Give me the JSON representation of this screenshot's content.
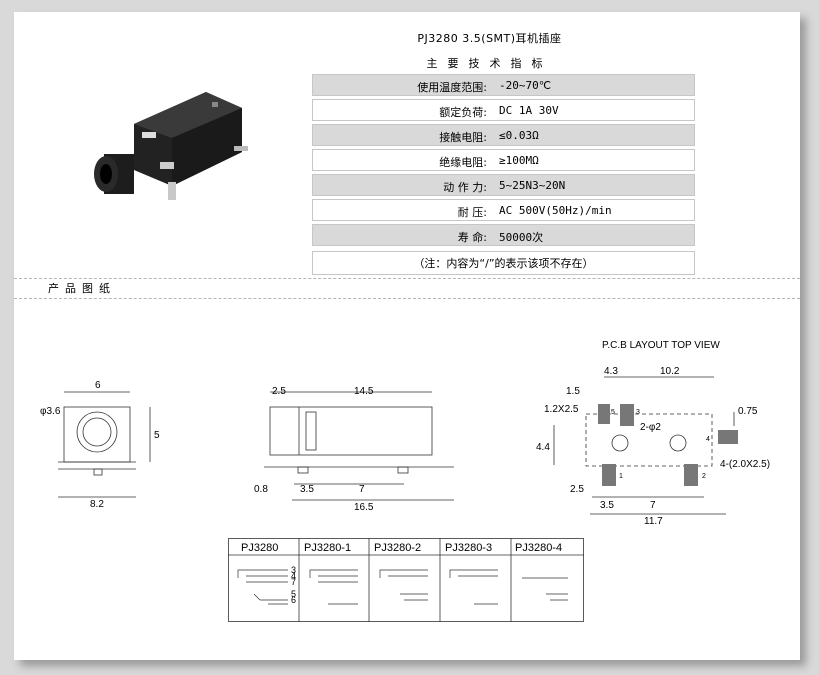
{
  "header": {
    "title": "PJ3280 3.5(SMT)耳机插座",
    "subtitle": "主要技术指标"
  },
  "specs": [
    {
      "key": "使用温度范围:",
      "value": "-20~70℃"
    },
    {
      "key": "额定负荷:",
      "value": "DC 1A 30V"
    },
    {
      "key": "接触电阻:",
      "value": "≤0.03Ω"
    },
    {
      "key": "绝缘电阻:",
      "value": "≥100MΩ"
    },
    {
      "key": "动 作 力:",
      "value": "5~25N3~20N"
    },
    {
      "key": "耐     压:",
      "value": "AC 500V(50Hz)/min"
    },
    {
      "key": "寿     命:",
      "value": "50000次"
    }
  ],
  "note": "（注：内容为“/”的表示该项不存在）",
  "section": "产品图纸",
  "front_view": {
    "w": "6",
    "dia": "φ3.6",
    "h": "5",
    "base": "8.2"
  },
  "side_view": {
    "d1": "2.5",
    "d2": "14.5",
    "d3": "0.8",
    "d4": "3.5",
    "d5": "7",
    "d6": "16.5"
  },
  "pcb": {
    "title": "P.C.B LAYOUT    TOP VIEW",
    "d43": "4.3",
    "d102": "10.2",
    "d15": "1.5",
    "pad": "1.2X2.5",
    "d075": "0.75",
    "hole": "2-φ2",
    "d44": "4.4",
    "d25": "2.5",
    "d35": "3.5",
    "d7": "7",
    "d117": "11.7",
    "pad4": "4-(2.0X2.5)",
    "p1": "1",
    "p2": "2",
    "p3": "3",
    "p4": "4",
    "p5": "5"
  },
  "variants": [
    "PJ3280",
    "PJ3280-1",
    "PJ3280-2",
    "PJ3280-3",
    "PJ3280-4"
  ],
  "pins": [
    "3",
    "4",
    "7",
    "5",
    "6"
  ]
}
